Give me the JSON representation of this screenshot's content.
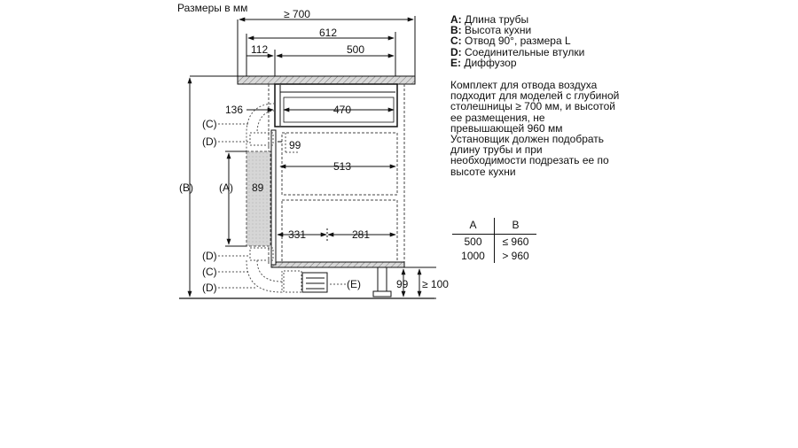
{
  "title": "Размеры в мм",
  "legend": [
    {
      "key": "A:",
      "text": " Длина трубы"
    },
    {
      "key": "B:",
      "text": " Высота кухни"
    },
    {
      "key": "C:",
      "text": " Отвод 90°, размера L"
    },
    {
      "key": "D:",
      "text": " Соединительные втулки"
    },
    {
      "key": "E:",
      "text": " Диффузор"
    }
  ],
  "note": [
    "Комплект для отвода воздуха",
    "подходит для моделей с глубиной",
    "столешницы ≥ 700 мм, и высотой",
    "ее размещения, не",
    "превышающей 960 мм",
    "Установщик должен подобрать",
    "длину трубы и при",
    "необходимости подрезать ее по",
    "высоте кухни"
  ],
  "table": {
    "headers": [
      "A",
      "B"
    ],
    "rows": [
      [
        "500",
        "≤ 960"
      ],
      [
        "1000",
        "> 960"
      ]
    ]
  },
  "dims": {
    "d700": "≥ 700",
    "d612": "612",
    "d112": "112",
    "d500": "500",
    "d136": "136",
    "d470": "470",
    "d99a": "99",
    "d513": "513",
    "d89": "89",
    "d331": "331",
    "d281": "281",
    "d99b": "99",
    "d100": "≥ 100"
  },
  "labels": {
    "B": "(B)",
    "A": "(A)",
    "C1": "(C)",
    "D1": "(D)",
    "D2": "(D)",
    "C2": "(C)",
    "D3": "(D)",
    "E": "(E)"
  }
}
